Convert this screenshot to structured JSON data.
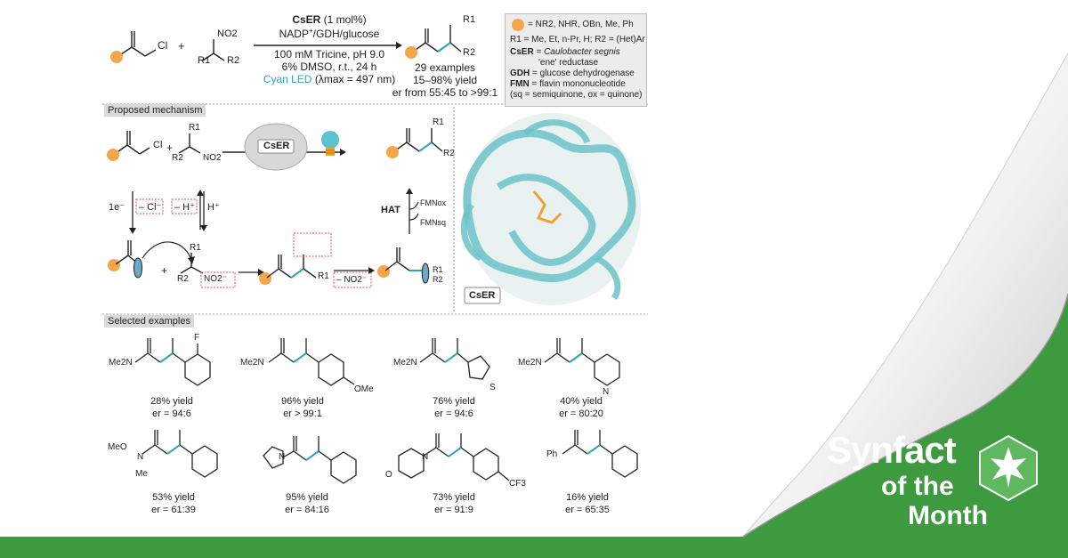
{
  "header": {
    "catalyst": "CsER",
    "catalyst_loading": "(1 mol%)",
    "cofactor": "NADP",
    "cofactor_sup": "+",
    "cofactor_rest": "/GDH/glucose",
    "buffer": "100 mM Tricine, pH 9.0",
    "solvent": "6% DMSO, r.t., 24 h",
    "light_name": "Cyan LED",
    "light_detail": "(λmax = 497 nm)",
    "examples_count": "29 examples",
    "yield_range": "15–98% yield",
    "er_range": "er from 55:45 to >99:1",
    "plus": "+"
  },
  "reactants": {
    "cl_label": "Cl",
    "no2_label": "NO2",
    "r1": "R1",
    "r2": "R2"
  },
  "legend": {
    "line1": "= NR2, NHR, OBn, Me, Ph",
    "line2": "R1 = Me, Et, n-Pr, H; R2 = (Het)Ar",
    "line3_bold": "CsER",
    "line3": "= Caulobacter segnis",
    "line4": "'ene' reductase",
    "line5_bold": "GDH",
    "line5": "= glucose dehydrogenase",
    "line6_bold": "FMN",
    "line6": "= flavin mononucleotide",
    "line7": "(sq = semiquinone, ox = quinone)"
  },
  "mechanism": {
    "section_label": "Proposed mechanism",
    "enzyme_label": "CsER",
    "step1_left": "1e⁻",
    "step1_cl": "– Cl⁻",
    "step2_h": "– H⁺",
    "step2_hplus": "H⁺",
    "hat": "HAT",
    "fmn_ox": "FMNox",
    "fmn_sq": "FMNsq",
    "nitronate": "NO2⁻",
    "minus_no2": "– NO2⁻",
    "protein_label": "CsER"
  },
  "examples": {
    "section_label": "Selected examples",
    "items": [
      {
        "yield": "28% yield",
        "er": "er = 94:6"
      },
      {
        "yield": "96% yield",
        "er": "er > 99:1"
      },
      {
        "yield": "76% yield",
        "er": "er = 94:6"
      },
      {
        "yield": "40% yield",
        "er": "er = 80:20"
      },
      {
        "yield": "53% yield",
        "er": "er = 61:39"
      },
      {
        "yield": "95% yield",
        "er": "er = 84:16"
      },
      {
        "yield": "73% yield",
        "er": "er = 91:9"
      },
      {
        "yield": "16% yield",
        "er": "er = 65:35"
      }
    ],
    "atom_labels": {
      "me2n": "Me2N",
      "f": "F",
      "ome": "OMe",
      "s": "S",
      "n": "N",
      "meo": "MeO",
      "me": "Me",
      "o": "O",
      "cf3": "CF3",
      "ph": "Ph"
    }
  },
  "brand": {
    "line1": "Synfact",
    "line2": "of the",
    "line3": "Month"
  },
  "colors": {
    "background": "#3d9a3f",
    "substituent_dot": "#f5a54a",
    "cyan": "#2aa6b8",
    "protein": "#6cc3c8",
    "nitro_box": "#d9534f"
  }
}
